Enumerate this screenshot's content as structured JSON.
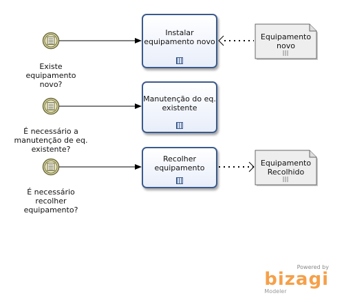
{
  "events": [
    {
      "label": "Existe\nequipamento\nnovo?"
    },
    {
      "label": "É necessário a\nmanutenção de eq.\nexistente?"
    },
    {
      "label": "É necessário\nrecolher\nequipamento?"
    }
  ],
  "tasks": [
    {
      "label": "Instalar\nequipamento novo"
    },
    {
      "label": "Manutenção do eq.\nexistente"
    },
    {
      "label": "Recolher\nequipamento"
    }
  ],
  "artifacts": [
    {
      "label": "Equipamento\nnovo"
    },
    {
      "label": "Equipamento\nRecolhido"
    }
  ],
  "branding": {
    "powered_by": "Powered by",
    "name": "bizagi",
    "product": "Modeler"
  },
  "colors": {
    "task_border": "#3a5a8c",
    "event_fill": "#f3efcc",
    "event_stroke": "#6b6a3a",
    "artifact_fill": "#eeeeee",
    "brand": "#f5a04a"
  }
}
